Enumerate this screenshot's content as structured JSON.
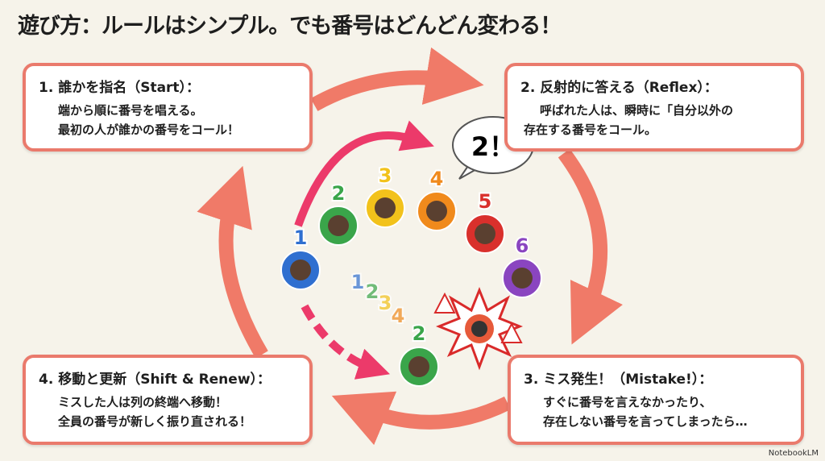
{
  "title": "遊び方：ルールはシンプル。でも番号はどんどん変わる！",
  "steps": [
    {
      "heading": "1. 誰かを指名（Start）：",
      "lines": [
        "端から順に番号を唱える。",
        "最初の人が誰かの番号をコール！"
      ]
    },
    {
      "heading": "2. 反射的に答える（Reflex）：",
      "lines": [
        "呼ばれた人は、瞬時に「自分以外の",
        "存在する番号をコール。"
      ]
    },
    {
      "heading": "3. ミス発生！（Mistake!）：",
      "lines": [
        "すぐに番号を言えなかったり、",
        "存在しない番号を言ってしまったら…"
      ]
    },
    {
      "heading": "4. 移動と更新（Shift & Renew）：",
      "lines": [
        "ミスした人は列の終端へ移動！",
        "全員の番号が新しく振り直される！"
      ]
    }
  ],
  "speech_bubble": "2！",
  "players": [
    {
      "number": "1",
      "color": "#2f6fd0"
    },
    {
      "number": "2",
      "color": "#3aa54a"
    },
    {
      "number": "3",
      "color": "#f2c21b"
    },
    {
      "number": "4",
      "color": "#f08a1c"
    },
    {
      "number": "5",
      "color": "#d9302c"
    },
    {
      "number": "6",
      "color": "#8a45c0"
    }
  ],
  "ghost_numbers": [
    "1",
    "2",
    "3",
    "4"
  ],
  "moved_player": {
    "number": "2",
    "color": "#3aa54a"
  },
  "colors": {
    "border": "#ea7a6c",
    "cycle_arrow": "#f07a68",
    "pass_arrow": "#ec3a6a"
  },
  "watermark": "NotebookLM"
}
